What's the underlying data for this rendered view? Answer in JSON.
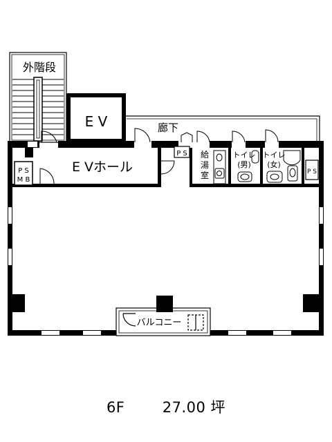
{
  "rooms": {
    "outer_stairs": "外階段",
    "ev": "E V",
    "ev_hall": "E Vホール",
    "corridor": "廊下",
    "ps": "P S",
    "ps_left": "P S",
    "mb": "M B",
    "ps_right": "P S",
    "kitchenette": [
      "給",
      "湯",
      "室"
    ],
    "toilet_men": [
      "トイレ",
      "(男)"
    ],
    "toilet_women": [
      "トイレ",
      "(女)"
    ],
    "balcony": "バルコニー"
  },
  "caption": {
    "floor": "6F",
    "area": "27.00 坪"
  }
}
